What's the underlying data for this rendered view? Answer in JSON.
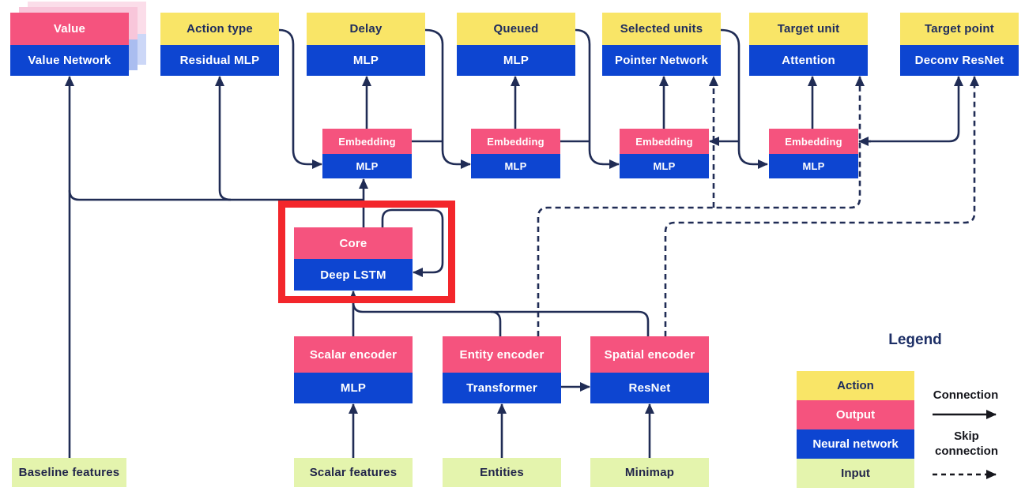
{
  "palette": {
    "action_yellow": "#f9e567",
    "output_pink": "#f5537e",
    "network_blue": "#0d45d1",
    "input_green": "#e4f4ad",
    "connector_navy": "#202c55",
    "highlight_red": "#f3262b",
    "label_navy": "#1d2b5e"
  },
  "heads": [
    {
      "top": "Value",
      "bottom": "Value Network"
    },
    {
      "top": "Action type",
      "bottom": "Residual MLP"
    },
    {
      "top": "Delay",
      "bottom": "MLP"
    },
    {
      "top": "Queued",
      "bottom": "MLP"
    },
    {
      "top": "Selected units",
      "bottom": "Pointer Network"
    },
    {
      "top": "Target unit",
      "bottom": "Attention"
    },
    {
      "top": "Target point",
      "bottom": "Deconv ResNet"
    }
  ],
  "embeddings": [
    {
      "top": "Embedding",
      "bottom": "MLP"
    },
    {
      "top": "Embedding",
      "bottom": "MLP"
    },
    {
      "top": "Embedding",
      "bottom": "MLP"
    },
    {
      "top": "Embedding",
      "bottom": "MLP"
    }
  ],
  "core": {
    "top": "Core",
    "bottom": "Deep LSTM"
  },
  "encoders": [
    {
      "top": "Scalar encoder",
      "bottom": "MLP"
    },
    {
      "top": "Entity encoder",
      "bottom": "Transformer"
    },
    {
      "top": "Spatial encoder",
      "bottom": "ResNet"
    }
  ],
  "inputs": [
    {
      "label": "Baseline features"
    },
    {
      "label": "Scalar features"
    },
    {
      "label": "Entities"
    },
    {
      "label": "Minimap"
    }
  ],
  "legend": {
    "title": "Legend",
    "items": [
      {
        "label": "Action"
      },
      {
        "label": "Output"
      },
      {
        "label": "Neural network"
      },
      {
        "label": "Input"
      }
    ],
    "connection_label": "Connection",
    "skip_connection_label": "Skip connection"
  }
}
